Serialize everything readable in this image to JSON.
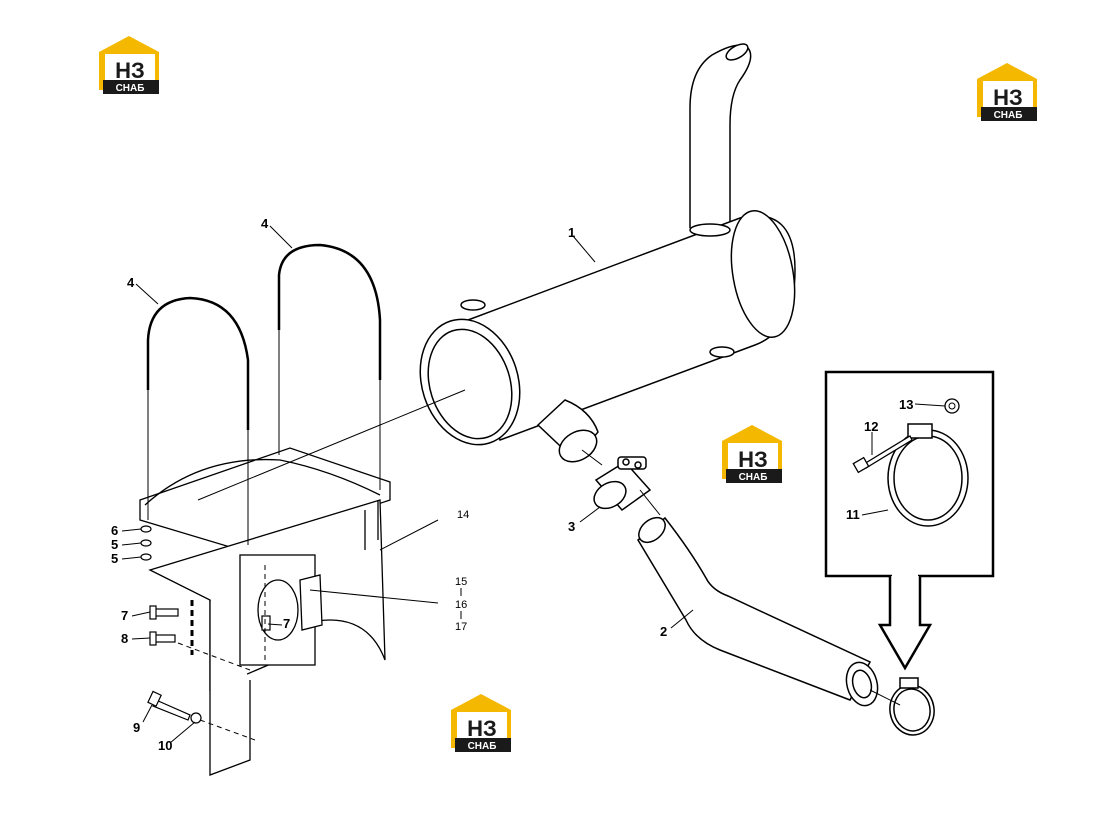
{
  "logo": {
    "mark": "НЗ",
    "caption": "СНАБ",
    "color_yellow": "#f5b800",
    "color_dark": "#1a1a1a"
  },
  "callouts": {
    "c1": "1",
    "c2": "2",
    "c3": "3",
    "c4a": "4",
    "c4b": "4",
    "c5a": "5",
    "c5b": "5",
    "c6": "6",
    "c7a": "7",
    "c7b": "7",
    "c8": "8",
    "c9": "9",
    "c10": "10",
    "c11": "11",
    "c12": "12",
    "c13": "13",
    "c14": "14",
    "c15": "15",
    "c16": "16",
    "c17": "17"
  }
}
